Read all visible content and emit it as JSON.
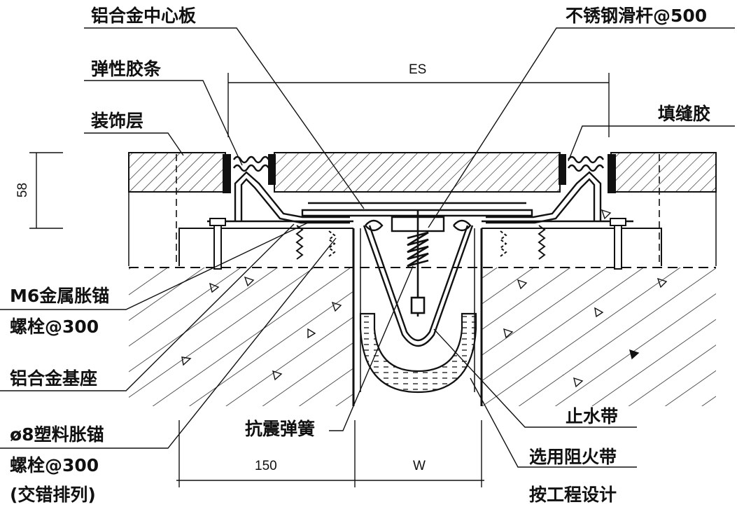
{
  "labels": {
    "center_plate": "铝合金中心板",
    "slide_bar": "不锈钢滑杆@500",
    "rubber_strip": "弹性胶条",
    "finish_layer": "装饰层",
    "filler_glue": "填缝胶",
    "m6_anchor_1": "M6金属胀锚",
    "m6_anchor_2": "螺栓@300",
    "aluminum_base": "铝合金基座",
    "plastic_anchor_1": "ø8塑料胀锚",
    "plastic_anchor_2": "螺栓@300",
    "plastic_anchor_3": "(交错排列)",
    "seismic_spring": "抗震弹簧",
    "waterstop": "止水带",
    "fire_belt_1": "选用阻火带",
    "fire_belt_2": "按工程设计"
  },
  "dimensions": {
    "es": "ES",
    "thickness": "58",
    "edge": "150",
    "width": "W"
  },
  "colors": {
    "line": "#111111",
    "background": "#ffffff"
  }
}
